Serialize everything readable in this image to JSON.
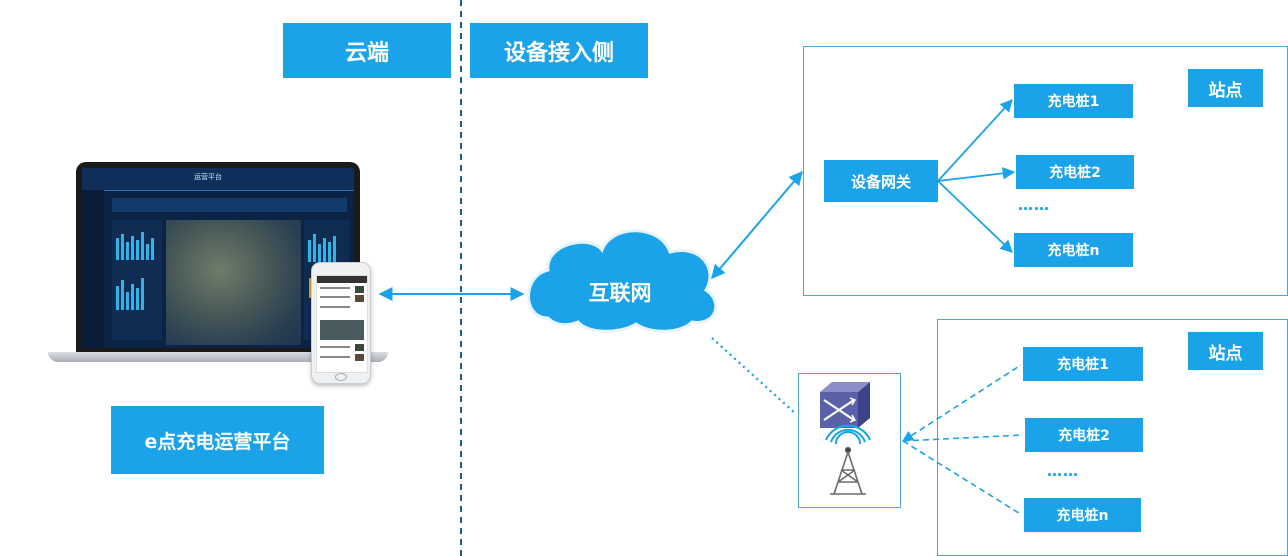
{
  "headers": {
    "cloud": "云端",
    "device_side": "设备接入侧"
  },
  "platform": {
    "label": "e点充电运营平台",
    "screen_title": "运营平台"
  },
  "internet": {
    "label": "互联网"
  },
  "station_top": {
    "label": "站点",
    "gateway": "设备网关",
    "piles": [
      "充电桩1",
      "充电桩2",
      "充电桩n"
    ],
    "ellipsis": "……"
  },
  "station_bottom": {
    "label": "站点",
    "piles": [
      "充电桩1",
      "充电桩2",
      "充电桩n"
    ],
    "ellipsis": "……",
    "icons": [
      "switch-icon",
      "wireless-tower-icon"
    ]
  },
  "colors": {
    "accent": "#1aa3e8",
    "divider": "#1e5b8c",
    "frame": "#4aa6d8",
    "cloud": "#1aa3e8"
  }
}
